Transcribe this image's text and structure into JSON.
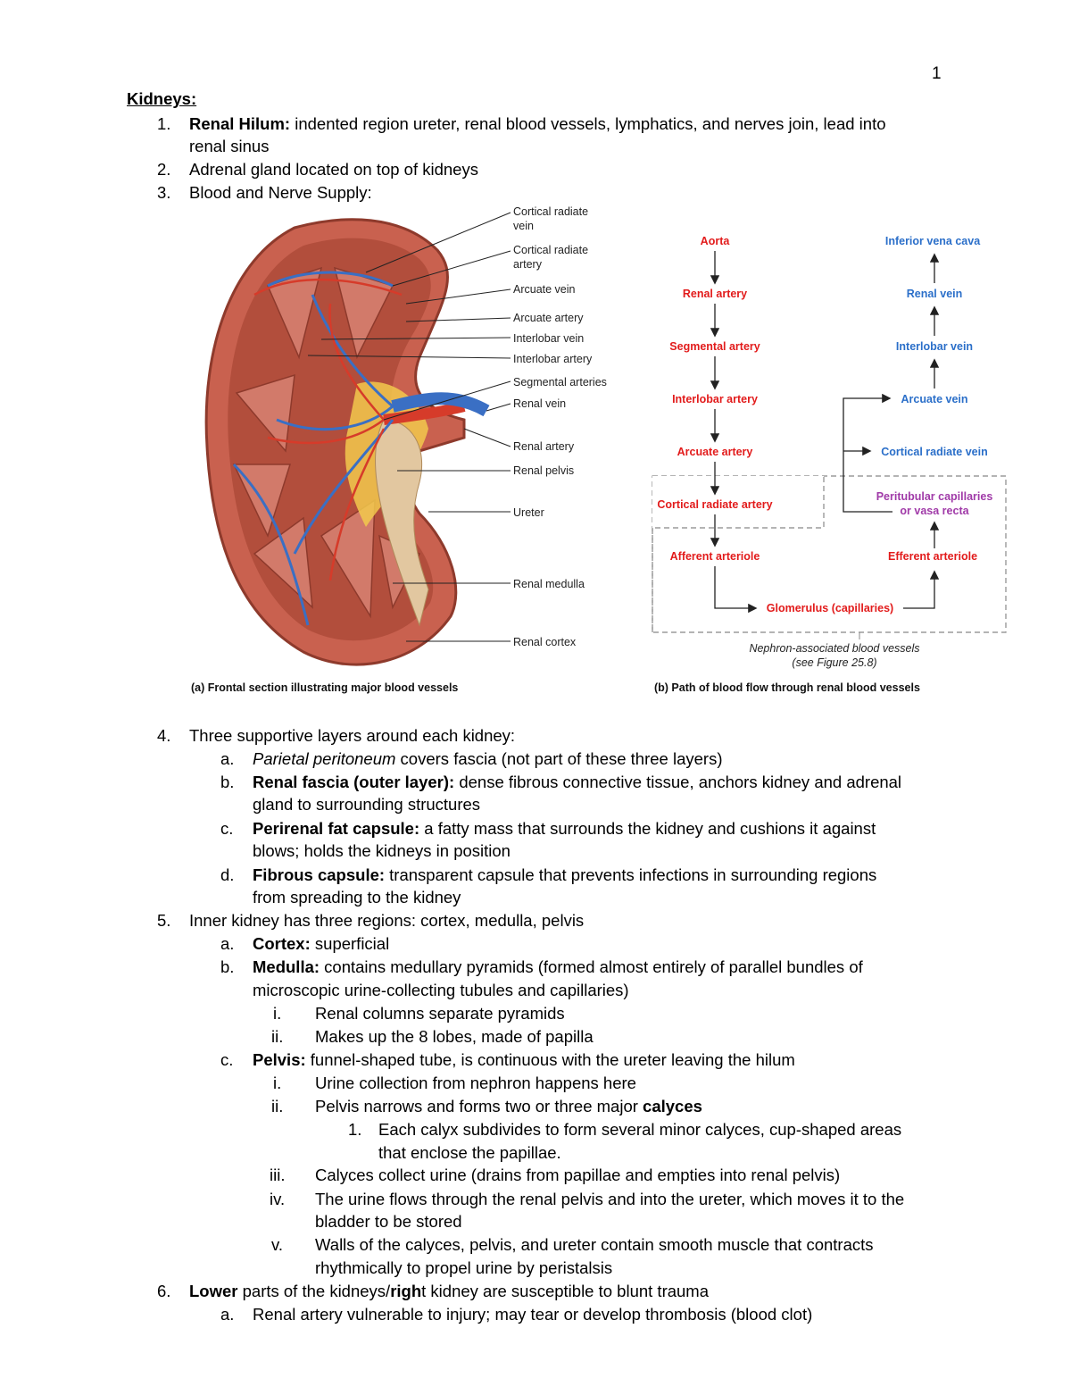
{
  "page_number": "1",
  "heading": "Kidneys:",
  "items": {
    "n1_num": "1.",
    "n1_bold": "Renal Hilum:",
    "n1_text": " indented region ureter, renal blood vessels, lymphatics, and nerves join, lead into",
    "n1_cont": "renal sinus",
    "n2_num": "2.",
    "n2_text": "Adrenal gland located on top of kidneys",
    "n3_num": "3.",
    "n3_text": "Blood and Nerve Supply:",
    "n4_num": "4.",
    "n4_text": "Three supportive layers around each kidney:",
    "n4a_num": "a.",
    "n4a_it": "Parietal peritoneum",
    "n4a_text": " covers fascia (not part of these three layers)",
    "n4b_num": "b.",
    "n4b_bold": "Renal fascia (outer layer):",
    "n4b_text": " dense fibrous connective tissue, anchors kidney and adrenal",
    "n4b_cont": "gland to surrounding structures",
    "n4c_num": "c.",
    "n4c_bold": "Perirenal fat capsule:",
    "n4c_text": " a fatty mass that surrounds the kidney and cushions it against",
    "n4c_cont": "blows; holds the kidneys in position",
    "n4d_num": "d.",
    "n4d_bold": "Fibrous capsule:",
    "n4d_text": " transparent capsule that prevents infections in surrounding regions",
    "n4d_cont": "from spreading to the kidney",
    "n5_num": "5.",
    "n5_text": "Inner kidney has three regions: cortex, medulla, pelvis",
    "n5a_num": "a.",
    "n5a_bold": "Cortex:",
    "n5a_text": " superficial",
    "n5b_num": "b.",
    "n5b_bold": "Medulla:",
    "n5b_text": " contains medullary pyramids (formed almost entirely of parallel bundles of",
    "n5b_cont": "microscopic urine-collecting tubules and capillaries)",
    "n5bi_num": "i.",
    "n5bi_text": "Renal columns separate pyramids",
    "n5bii_num": "ii.",
    "n5bii_text": "Makes up the 8 lobes, made of papilla",
    "n5c_num": "c.",
    "n5c_bold": "Pelvis:",
    "n5c_text": " funnel-shaped tube, is continuous with the ureter leaving the hilum",
    "n5ci_num": "i.",
    "n5ci_text": "Urine collection from nephron happens here",
    "n5cii_num": "ii.",
    "n5cii_text": "Pelvis narrows and forms two or three major ",
    "n5cii_bold": "calyces",
    "n5cii1_num": "1.",
    "n5cii1_text": "Each calyx subdivides to form several minor calyces, cup-shaped areas",
    "n5cii1_cont": "that enclose the papillae.",
    "n5ciii_num": "iii.",
    "n5ciii_text": "Calyces collect urine (drains from papillae and empties into renal pelvis)",
    "n5civ_num": "iv.",
    "n5civ_text": "The urine flows through the renal pelvis and into the ureter, which moves it to the",
    "n5civ_cont": "bladder to be stored",
    "n5cv_num": "v.",
    "n5cv_text": "Walls of the calyces, pelvis, and ureter contain smooth muscle that contracts",
    "n5cv_cont": "rhythmically to propel urine by peristalsis",
    "n6_num": "6.",
    "n6_bold1": "Lower",
    "n6_text1": " parts of the kidneys/",
    "n6_bold2": "righ",
    "n6_text2": "t kidney are susceptible to blunt trauma",
    "n6a_num": "a.",
    "n6a_text": "Renal artery vulnerable to injury; may tear or develop thrombosis (blood clot)"
  },
  "figure": {
    "labels": [
      "Cortical radiate",
      "vein",
      "Cortical radiate",
      "artery",
      "Arcuate vein",
      "Arcuate artery",
      "Interlobar vein",
      "Interlobar artery",
      "Segmental arteries",
      "Renal vein",
      "Renal artery",
      "Renal pelvis",
      "Ureter",
      "Renal medulla",
      "Renal cortex"
    ],
    "caption_a": "(a) Frontal section illustrating major blood vessels",
    "caption_b": "(b) Path of blood flow through renal blood vessels",
    "flow_left": [
      "Aorta",
      "Renal artery",
      "Segmental artery",
      "Interlobar artery",
      "Arcuate artery",
      "Cortical radiate artery",
      "Afferent arteriole"
    ],
    "flow_right": [
      "Inferior vena cava",
      "Renal vein",
      "Interlobar vein",
      "Arcuate vein",
      "Cortical radiate vein",
      "Efferent arteriole"
    ],
    "peritubular": [
      "Peritubular capillaries",
      "or vasa recta"
    ],
    "glomerulus": "Glomerulus (capillaries)",
    "nephron_note": [
      "Nephron-associated blood vessels",
      "(see Figure 25.8)"
    ],
    "colors": {
      "artery": "#e21b1b",
      "vein": "#2b6fc9",
      "capillary": "#a03aa8",
      "tissue": "#c9614f"
    }
  }
}
